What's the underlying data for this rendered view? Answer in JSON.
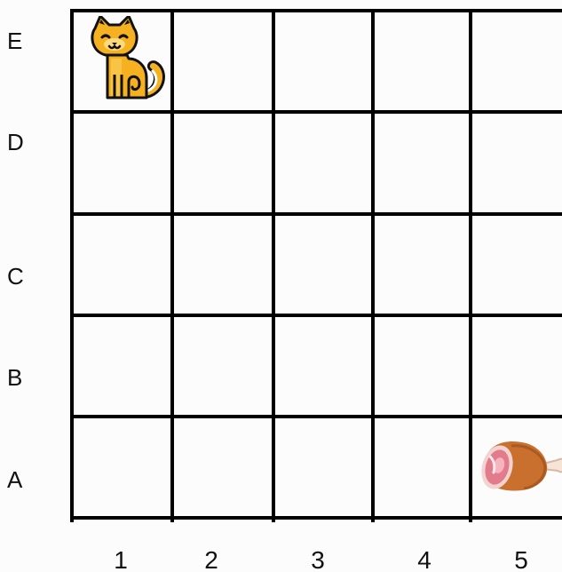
{
  "board": {
    "rows": [
      "E",
      "D",
      "C",
      "B",
      "A"
    ],
    "columns": [
      "1",
      "2",
      "3",
      "4",
      "5"
    ]
  },
  "pieces": [
    {
      "icon": "cat-icon",
      "cell": "E1",
      "color": "#f5b120"
    },
    {
      "icon": "ham-icon",
      "cell": "A5",
      "color": "#c9702e"
    }
  ]
}
